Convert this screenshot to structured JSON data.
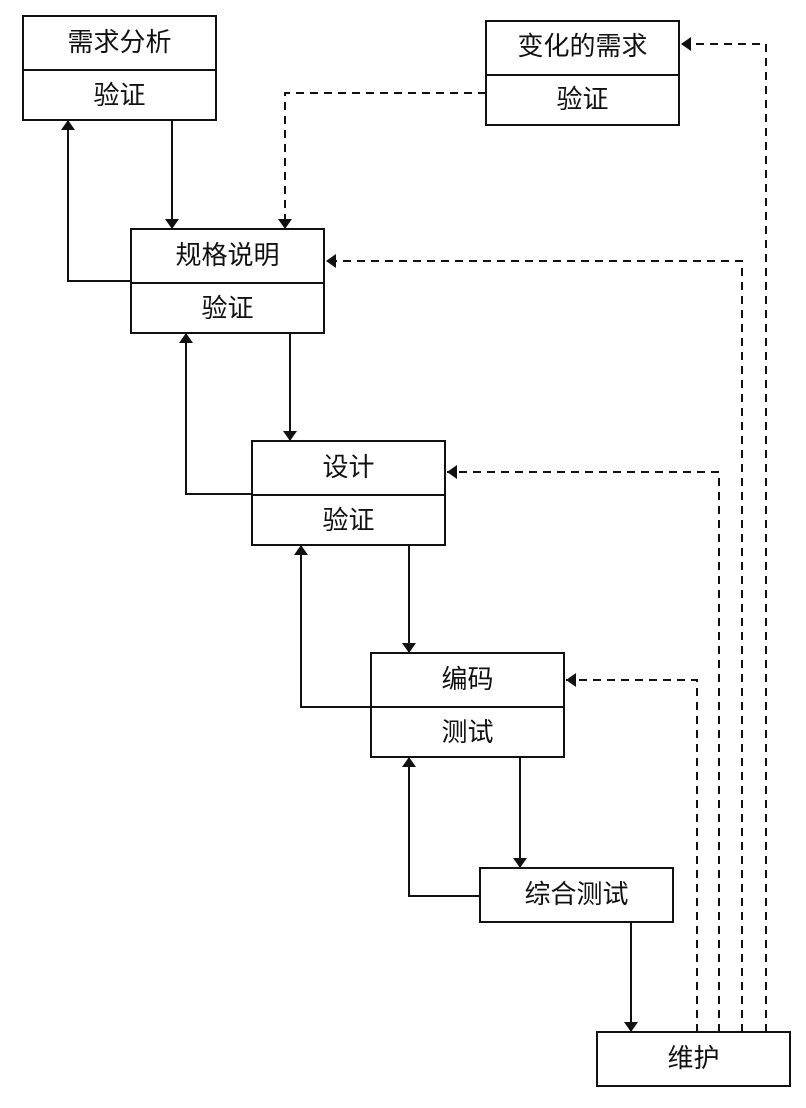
{
  "diagram": {
    "type": "software-lifecycle-flow",
    "stages": [
      {
        "id": "requirements",
        "title": "需求分析",
        "sub": "验证"
      },
      {
        "id": "changing-requirements",
        "title": "变化的需求",
        "sub": "验证"
      },
      {
        "id": "specification",
        "title": "规格说明",
        "sub": "验证"
      },
      {
        "id": "design",
        "title": "设计",
        "sub": "验证"
      },
      {
        "id": "coding",
        "title": "编码",
        "sub": "测试"
      },
      {
        "id": "integration-test",
        "title": "综合测试",
        "sub": null
      },
      {
        "id": "maintenance",
        "title": "维护",
        "sub": null
      }
    ],
    "flows": [
      {
        "from": "requirements",
        "to": "specification",
        "style": "solid"
      },
      {
        "from": "specification",
        "to": "requirements",
        "style": "solid"
      },
      {
        "from": "specification",
        "to": "design",
        "style": "solid"
      },
      {
        "from": "design",
        "to": "specification",
        "style": "solid"
      },
      {
        "from": "design",
        "to": "coding",
        "style": "solid"
      },
      {
        "from": "coding",
        "to": "design",
        "style": "solid"
      },
      {
        "from": "coding",
        "to": "integration-test",
        "style": "solid"
      },
      {
        "from": "integration-test",
        "to": "coding",
        "style": "solid"
      },
      {
        "from": "integration-test",
        "to": "maintenance",
        "style": "solid"
      },
      {
        "from": "changing-requirements",
        "to": "specification",
        "style": "dashed"
      },
      {
        "from": "maintenance",
        "to": "changing-requirements",
        "style": "dashed"
      },
      {
        "from": "maintenance",
        "to": "specification",
        "style": "dashed"
      },
      {
        "from": "maintenance",
        "to": "design",
        "style": "dashed"
      },
      {
        "from": "maintenance",
        "to": "coding",
        "style": "dashed"
      }
    ]
  }
}
